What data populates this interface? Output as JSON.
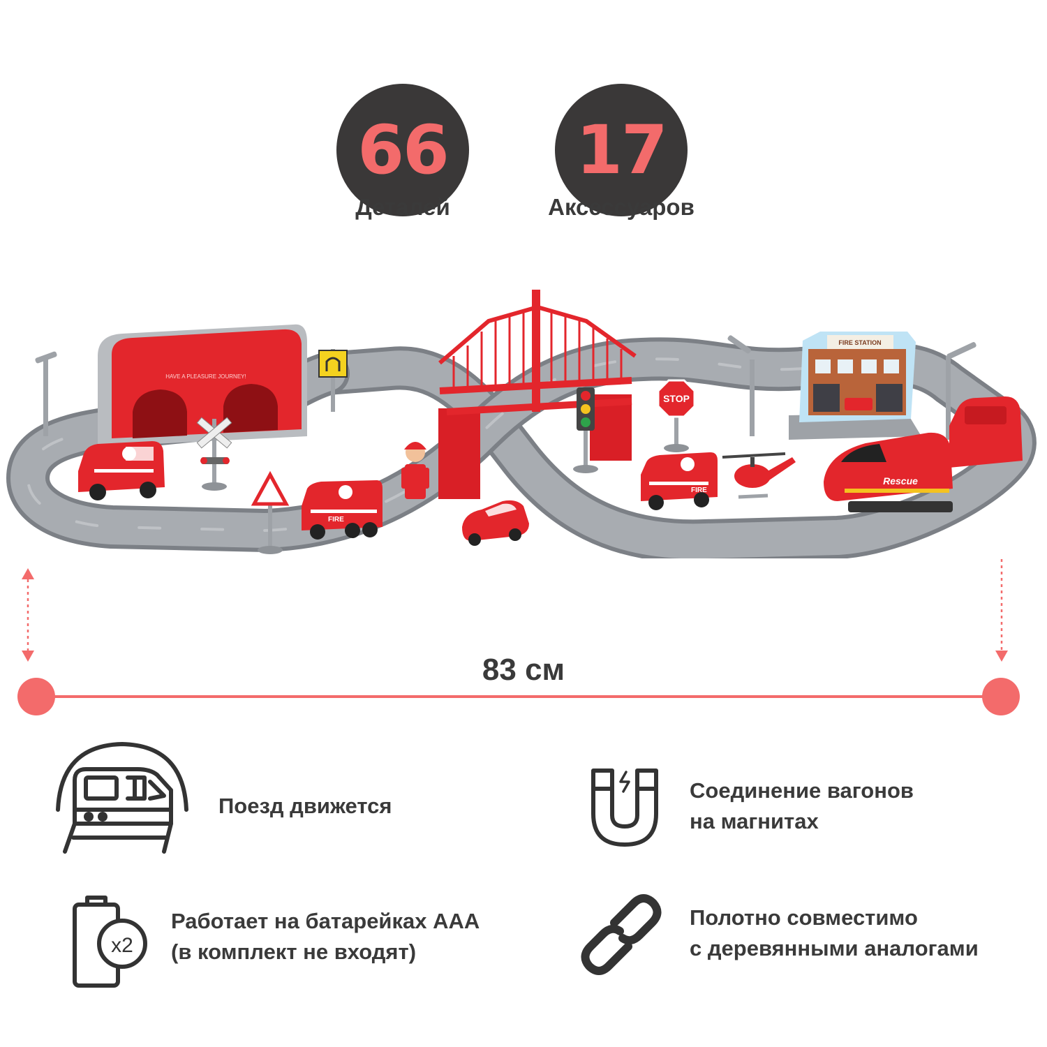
{
  "stats": [
    {
      "value": "66",
      "label": "Деталей"
    },
    {
      "value": "17",
      "label": "Аксессуаров"
    }
  ],
  "dimension": {
    "label": "83 см"
  },
  "scene_texts": {
    "tunnel_banner": "HAVE A PLEASURE JOURNEY!",
    "stop_sign": "STOP",
    "fire_station_sign": "FIRE STATION",
    "train_logo": "Rescue",
    "vehicle_text": "FIRE"
  },
  "features": [
    {
      "icon": "train-tunnel-icon",
      "lines": [
        "Поезд движется"
      ]
    },
    {
      "icon": "magnet-icon",
      "lines": [
        "Соединение вагонов",
        "на магнитах"
      ]
    },
    {
      "icon": "battery-icon",
      "icon_text": "x2",
      "lines": [
        "Работает на батарейках ААА",
        "(в комплект не входят)"
      ]
    },
    {
      "icon": "chain-link-icon",
      "lines": [
        "Полотно совместимо",
        "с деревянными аналогами"
      ]
    }
  ],
  "colors": {
    "accent": "#f36b6b",
    "dark": "#3a3838",
    "toy_red": "#e8202a",
    "track_grey": "#8e9297"
  }
}
